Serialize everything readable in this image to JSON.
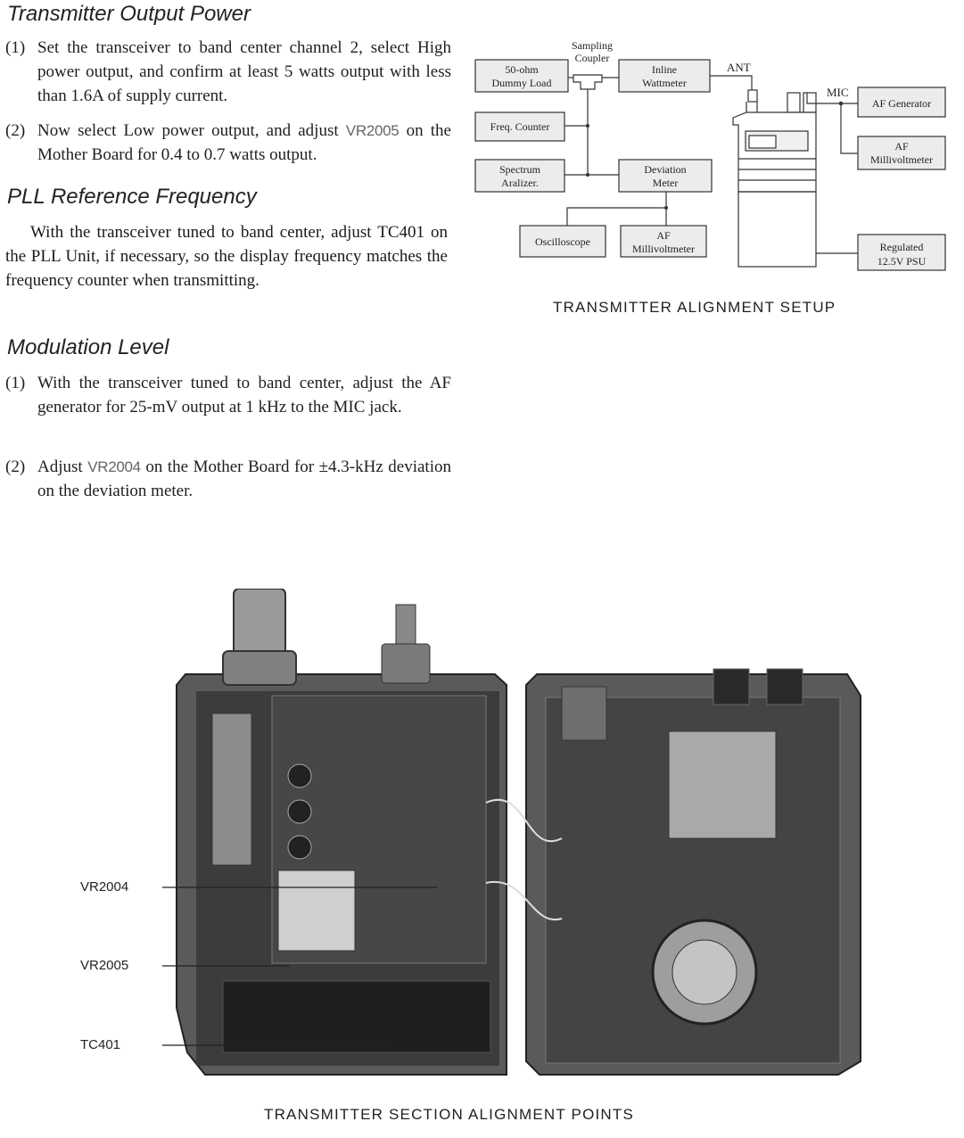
{
  "transmitter_output_power": {
    "title": "Transmitter Output Power",
    "steps": [
      {
        "num": "(1)",
        "text": "Set the transceiver to band center channel 2, select High power output, and confirm at least 5 watts output with less than 1.6A of supply current."
      },
      {
        "num": "(2)",
        "before": "Now select Low power output, and adjust ",
        "ref": "VR2005",
        "after": " on the Mother Board for 0.4 to 0.7 watts output."
      }
    ]
  },
  "pll_reference_frequency": {
    "title": "PLL Reference Frequency",
    "text": "With the transceiver tuned to band center, adjust TC401 on the PLL Unit, if necessary, so the display frequency matches the frequency counter when transmitting."
  },
  "modulation_level": {
    "title": "Modulation Level",
    "steps": [
      {
        "num": "(1)",
        "text": "With the transceiver tuned to band center, adjust the AF generator for 25-mV output at 1 kHz to the MIC jack."
      },
      {
        "num": "(2)",
        "before": "Adjust ",
        "ref": "VR2004",
        "after": " on the Mother Board for ±4.3-kHz deviation on the deviation meter."
      }
    ]
  },
  "setup_diagram": {
    "caption": "TRANSMITTER ALIGNMENT SETUP",
    "blocks": {
      "dummy_load": [
        "50-ohm",
        "Dummy Load"
      ],
      "sampling_coupler": [
        "Sampling",
        "Coupler"
      ],
      "inline_wattmeter": [
        "Inline",
        "Wattmeter"
      ],
      "freq_counter": [
        "Freq. Counter"
      ],
      "spectrum_analyzer": [
        "Spectrum",
        "Aralizer."
      ],
      "deviation_meter": [
        "Deviation",
        "Meter"
      ],
      "oscilloscope": [
        "Oscilloscope"
      ],
      "af_millivoltmeter_left": [
        "AF",
        "Millivoltmeter"
      ],
      "af_generator": [
        "AF Generator"
      ],
      "af_millivoltmeter_right": [
        "AF",
        "Millivoltmeter"
      ],
      "regulated_psu": [
        "Regulated",
        "12.5V PSU"
      ]
    },
    "labels": {
      "ant": "ANT",
      "mic": "MIC"
    }
  },
  "photo": {
    "caption": "TRANSMITTER SECTION ALIGNMENT POINTS",
    "callouts": [
      "VR2004",
      "VR2005",
      "TC401"
    ]
  }
}
